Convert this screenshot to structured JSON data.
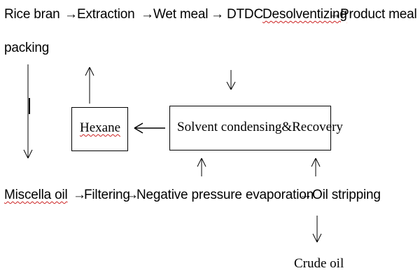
{
  "flow": {
    "line1": {
      "rice_bran": "Rice bran",
      "arrow1": "→",
      "extraction": "Extraction",
      "arrow2": "→",
      "wet_meal": "Wet meal",
      "arrow3": "→",
      "dtdc": "DTDC",
      "desolventizing": "Desolventizing",
      "arrow4": "→",
      "product_meal": "Product meal"
    },
    "line2": {
      "packing": "packing"
    },
    "boxes": {
      "hexane": "Hexane",
      "solvent_recovery": "Solvent condensing&Recovery"
    },
    "line3": {
      "miscella_oil": "Miscella oil",
      "arrow1": "→",
      "filtering": "Filtering",
      "arrow2": "→",
      "evaporation": "Negative pressure evaporation",
      "arrow3": "→",
      "oil_stripping": "Oil stripping"
    },
    "output": {
      "crude_oil": "Crude oil"
    }
  }
}
